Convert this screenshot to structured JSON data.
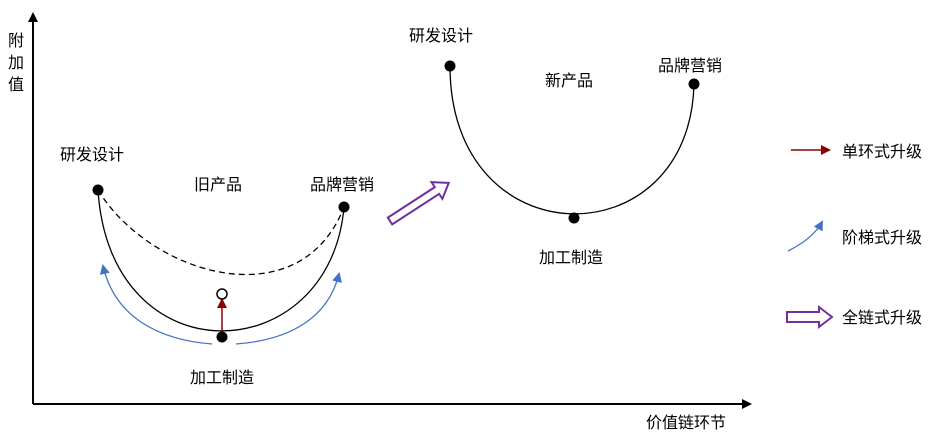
{
  "axes": {
    "y_label": "附加值",
    "x_label": "价值链环节"
  },
  "old_curve": {
    "left_label": "研发设计",
    "center_label": "旧产品",
    "right_label": "品牌营销",
    "bottom_label": "加工制造"
  },
  "new_curve": {
    "left_label": "研发设计",
    "center_label": "新产品",
    "right_label": "品牌营销",
    "bottom_label": "加工制造"
  },
  "legend": [
    {
      "label": "单环式升级",
      "icon": "dark-red-arrow"
    },
    {
      "label": "阶梯式升级",
      "icon": "blue-curved-arrow"
    },
    {
      "label": "全链式升级",
      "icon": "purple-hollow-arrow"
    }
  ],
  "colors": {
    "dark_red": "#8b0000",
    "blue": "#4472c4",
    "purple": "#7030a0"
  }
}
